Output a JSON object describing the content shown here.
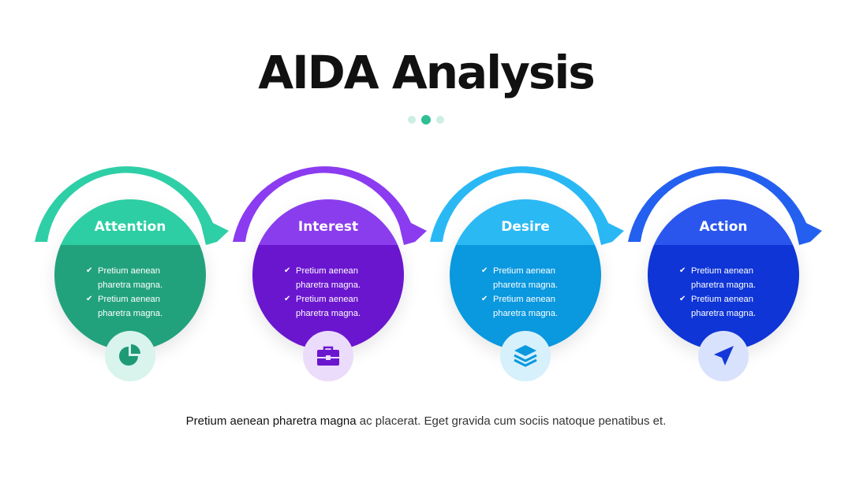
{
  "title": "AIDA Analysis",
  "stages": [
    {
      "title": "Attention",
      "bullets": [
        "Pretium aenean pharetra magna.",
        "Pretium aenean pharetra magna."
      ],
      "icon": "pie-chart-icon",
      "colors": {
        "arc": "#2ecfa6",
        "top": "#2dcea3",
        "bottom": "#22a27c",
        "badge": "#d8f4ec",
        "icon": "#1f9a76"
      }
    },
    {
      "title": "Interest",
      "bullets": [
        "Pretium aenean pharetra magna.",
        "Pretium aenean pharetra magna."
      ],
      "icon": "briefcase-icon",
      "colors": {
        "arc": "#8b3cf0",
        "top": "#8a3ded",
        "bottom": "#6a16cf",
        "badge": "#ecdcfb",
        "icon": "#6a16cf"
      }
    },
    {
      "title": "Desire",
      "bullets": [
        "Pretium aenean pharetra magna.",
        "Pretium aenean pharetra magna."
      ],
      "icon": "layers-icon",
      "colors": {
        "arc": "#2ab8f5",
        "top": "#2bb9f4",
        "bottom": "#0a98df",
        "badge": "#d6f0fc",
        "icon": "#0a98df"
      }
    },
    {
      "title": "Action",
      "bullets": [
        "Pretium aenean pharetra magna.",
        "Pretium aenean pharetra magna."
      ],
      "icon": "paper-plane-icon",
      "colors": {
        "arc": "#2460f0",
        "top": "#2b56ee",
        "bottom": "#0f35d6",
        "badge": "#d9e2fc",
        "icon": "#1438d8"
      }
    }
  ],
  "footer": {
    "strong": "Pretium aenean pharetra magna",
    "rest": " ac placerat. Eget gravida cum sociis natoque penatibus et."
  }
}
